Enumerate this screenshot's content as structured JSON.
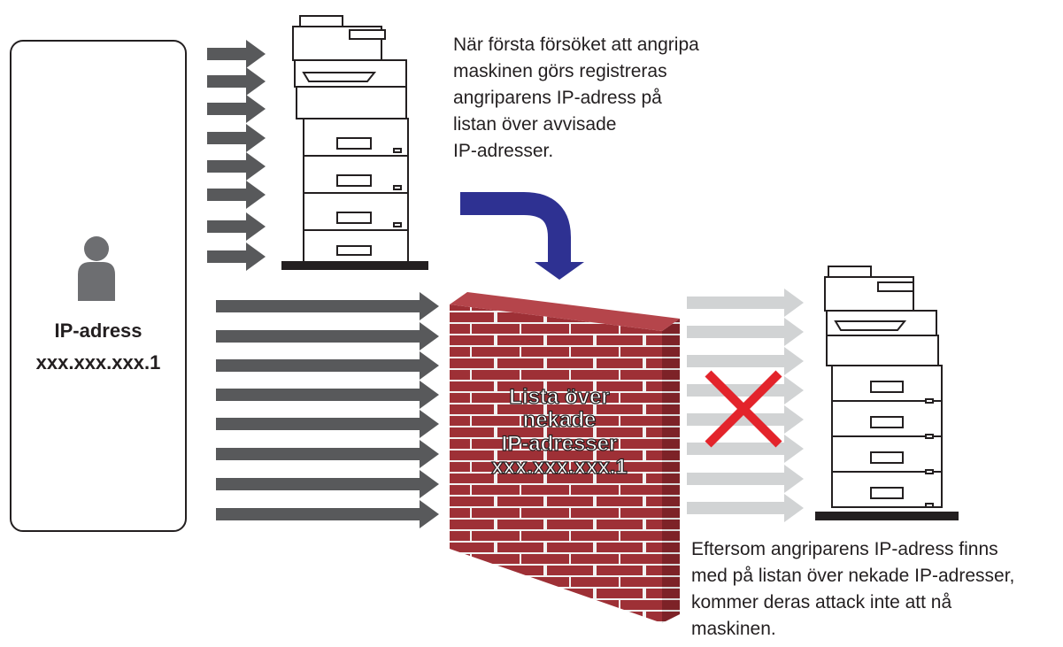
{
  "attacker": {
    "label_line1": "IP-adress",
    "label_line2": "xxx.xxx.xxx.1"
  },
  "wall": {
    "line1": "Lista över",
    "line2": "nekade",
    "line3": "IP-adresser",
    "line4": "xxx.xxx.xxx.1"
  },
  "captions": {
    "top": [
      "När första försöket att angripa",
      "maskinen görs registreras",
      "angriparens IP-adress på",
      "listan över avvisade",
      "IP-adresser."
    ],
    "bottom": [
      "Eftersom angriparens IP-adress finns",
      "med på listan över nekade IP-adresser,",
      "kommer deras attack inte att nå",
      "maskinen."
    ]
  },
  "colors": {
    "arrow_dark": "#58595b",
    "arrow_faded": "#d1d3d4",
    "curved_arrow": "#2e3192",
    "brick": "#9e3036",
    "mortar": "#f2f2f2",
    "block_x": "#e3242b",
    "person": "#6d6e71"
  },
  "icons": {
    "attacker": "person-icon",
    "machine": "printer-icon",
    "blocked": "x-mark-icon",
    "registration_flow": "curved-arrow-icon"
  }
}
